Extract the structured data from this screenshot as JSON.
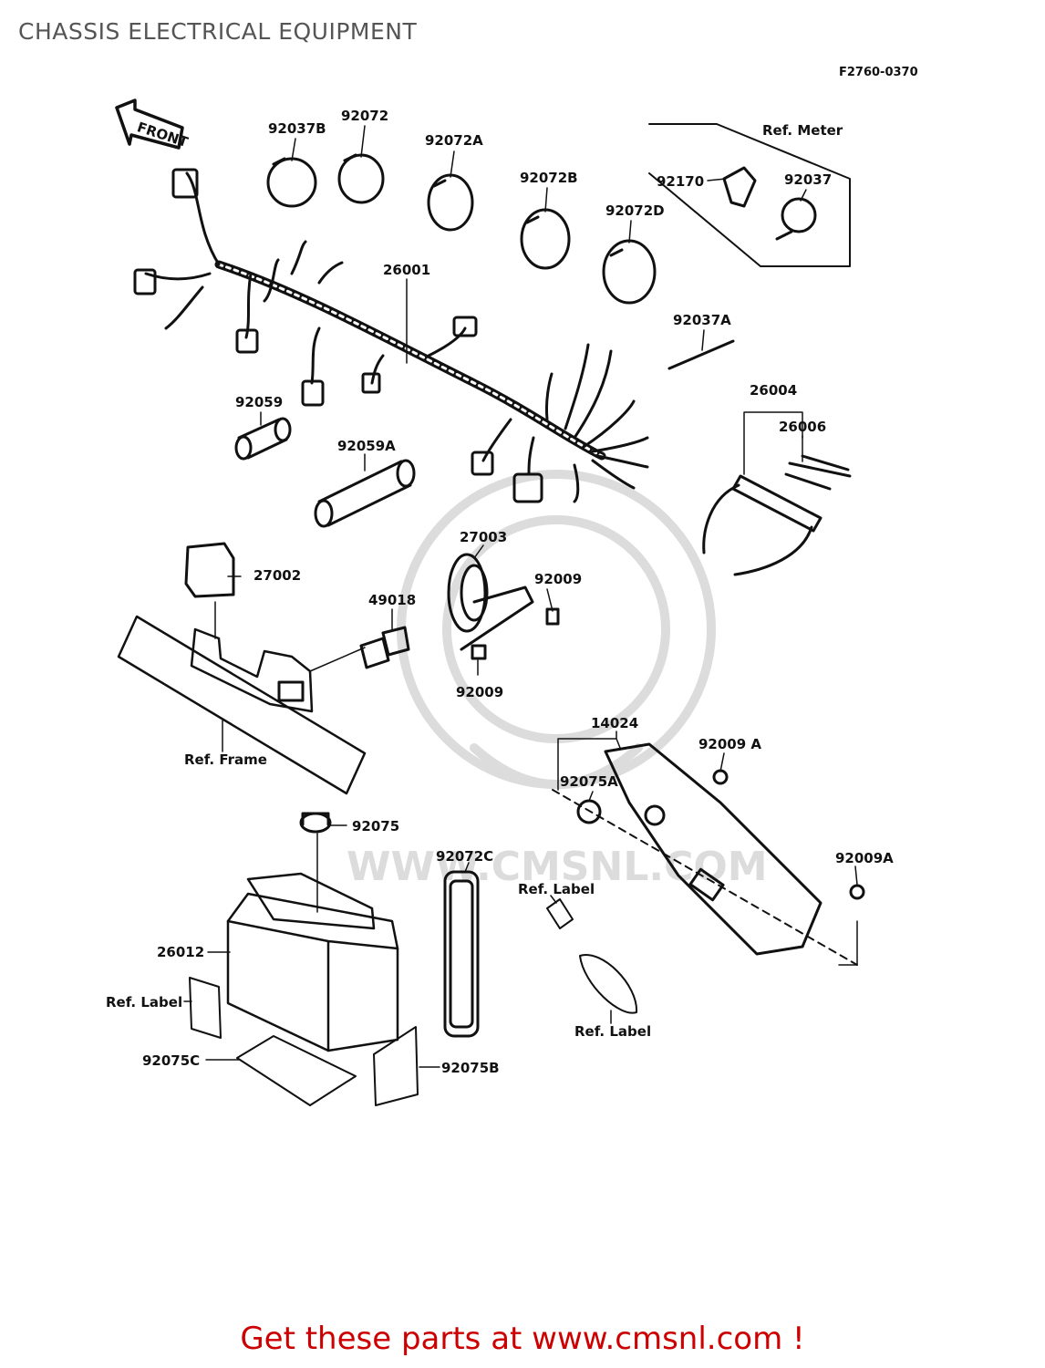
{
  "page_title": "CHASSIS ELECTRICAL EQUIPMENT",
  "figure_code": "F2760-0370",
  "front_label": "FRONT",
  "watermark_text": "WWW.CMSNL.COM",
  "footer_text": "Get these parts at www.cmsnl.com !",
  "colors": {
    "title": "#555555",
    "footer": "#cc0000",
    "drawing": "#111111",
    "watermark": "#dcdcdc"
  },
  "callouts": {
    "p92037B": "92037B",
    "p92072": "92072",
    "p92072A": "92072A",
    "p92072B": "92072B",
    "p92072D": "92072D",
    "p92170": "92170",
    "p92037": "92037",
    "ref_meter": "Ref. Meter",
    "p26001": "26001",
    "p92037A": "92037A",
    "p26004": "26004",
    "p26006": "26006",
    "p92059": "92059",
    "p92059A": "92059A",
    "p27003": "27003",
    "p27002": "27002",
    "p49018": "49018",
    "p92009_top": "92009",
    "p92009_bottom": "92009",
    "ref_frame": "Ref. Frame",
    "p14024": "14024",
    "p92009A_top": "92009 A",
    "p92075A": "92075A",
    "p92009A_bottom": "92009A",
    "p92075": "92075",
    "p92072C": "92072C",
    "ref_label_mid": "Ref. Label",
    "p26012": "26012",
    "ref_label_left": "Ref. Label",
    "ref_label_bottom": "Ref. Label",
    "p92075C": "92075C",
    "p92075B": "92075B"
  }
}
